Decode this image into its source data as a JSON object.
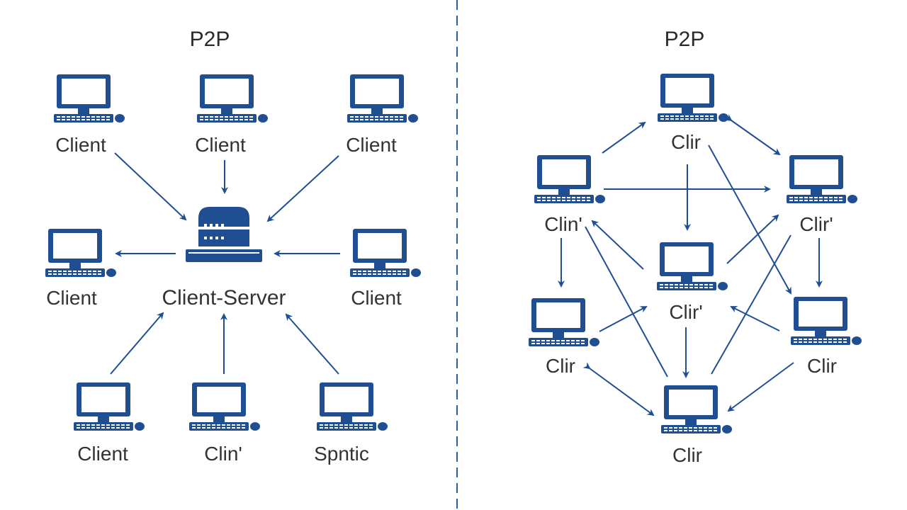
{
  "left_panel": {
    "title": "P2P",
    "server_label": "Client-Server",
    "nodes": [
      {
        "label": "Client"
      },
      {
        "label": "Client"
      },
      {
        "label": "Client"
      },
      {
        "label": "Client"
      },
      {
        "label": "Client"
      },
      {
        "label": "Client"
      },
      {
        "label": "Clin'"
      },
      {
        "label": "Spntic"
      }
    ]
  },
  "right_panel": {
    "title": "P2P",
    "nodes": [
      {
        "label": "Clir"
      },
      {
        "label": "Clin'"
      },
      {
        "label": "Clir'"
      },
      {
        "label": "Clir'"
      },
      {
        "label": "Clir"
      },
      {
        "label": "Clir"
      },
      {
        "label": "Clir"
      }
    ]
  },
  "colors": {
    "icon": "#1f4e93",
    "edge": "#1f4e93",
    "text": "#333333"
  }
}
